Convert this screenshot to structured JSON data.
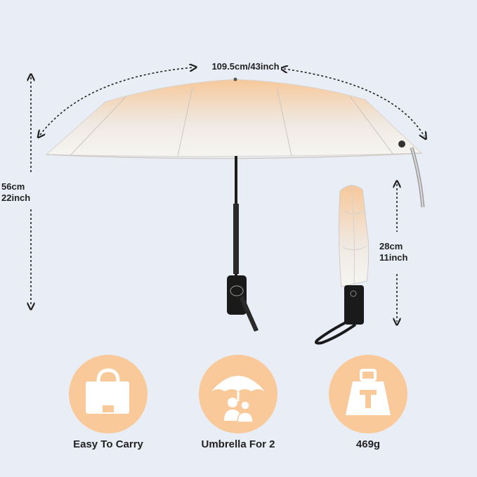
{
  "dimensions": {
    "open_width": "109.5cm/43inch",
    "open_height_cm": "56cm",
    "open_height_inch": "22inch",
    "folded_length_cm": "28cm",
    "folded_length_inch": "11inch"
  },
  "features": [
    {
      "label": "Easy To Carry",
      "icon": "bag-icon"
    },
    {
      "label": "Umbrella For 2",
      "icon": "umbrella-people-icon"
    },
    {
      "label": "469g",
      "icon": "weight-icon"
    }
  ],
  "colors": {
    "background": "#e9eef6",
    "canopy_peach": "#f9c99a",
    "canopy_white": "#f4f2ee",
    "feature_circle": "#f9c99a"
  }
}
